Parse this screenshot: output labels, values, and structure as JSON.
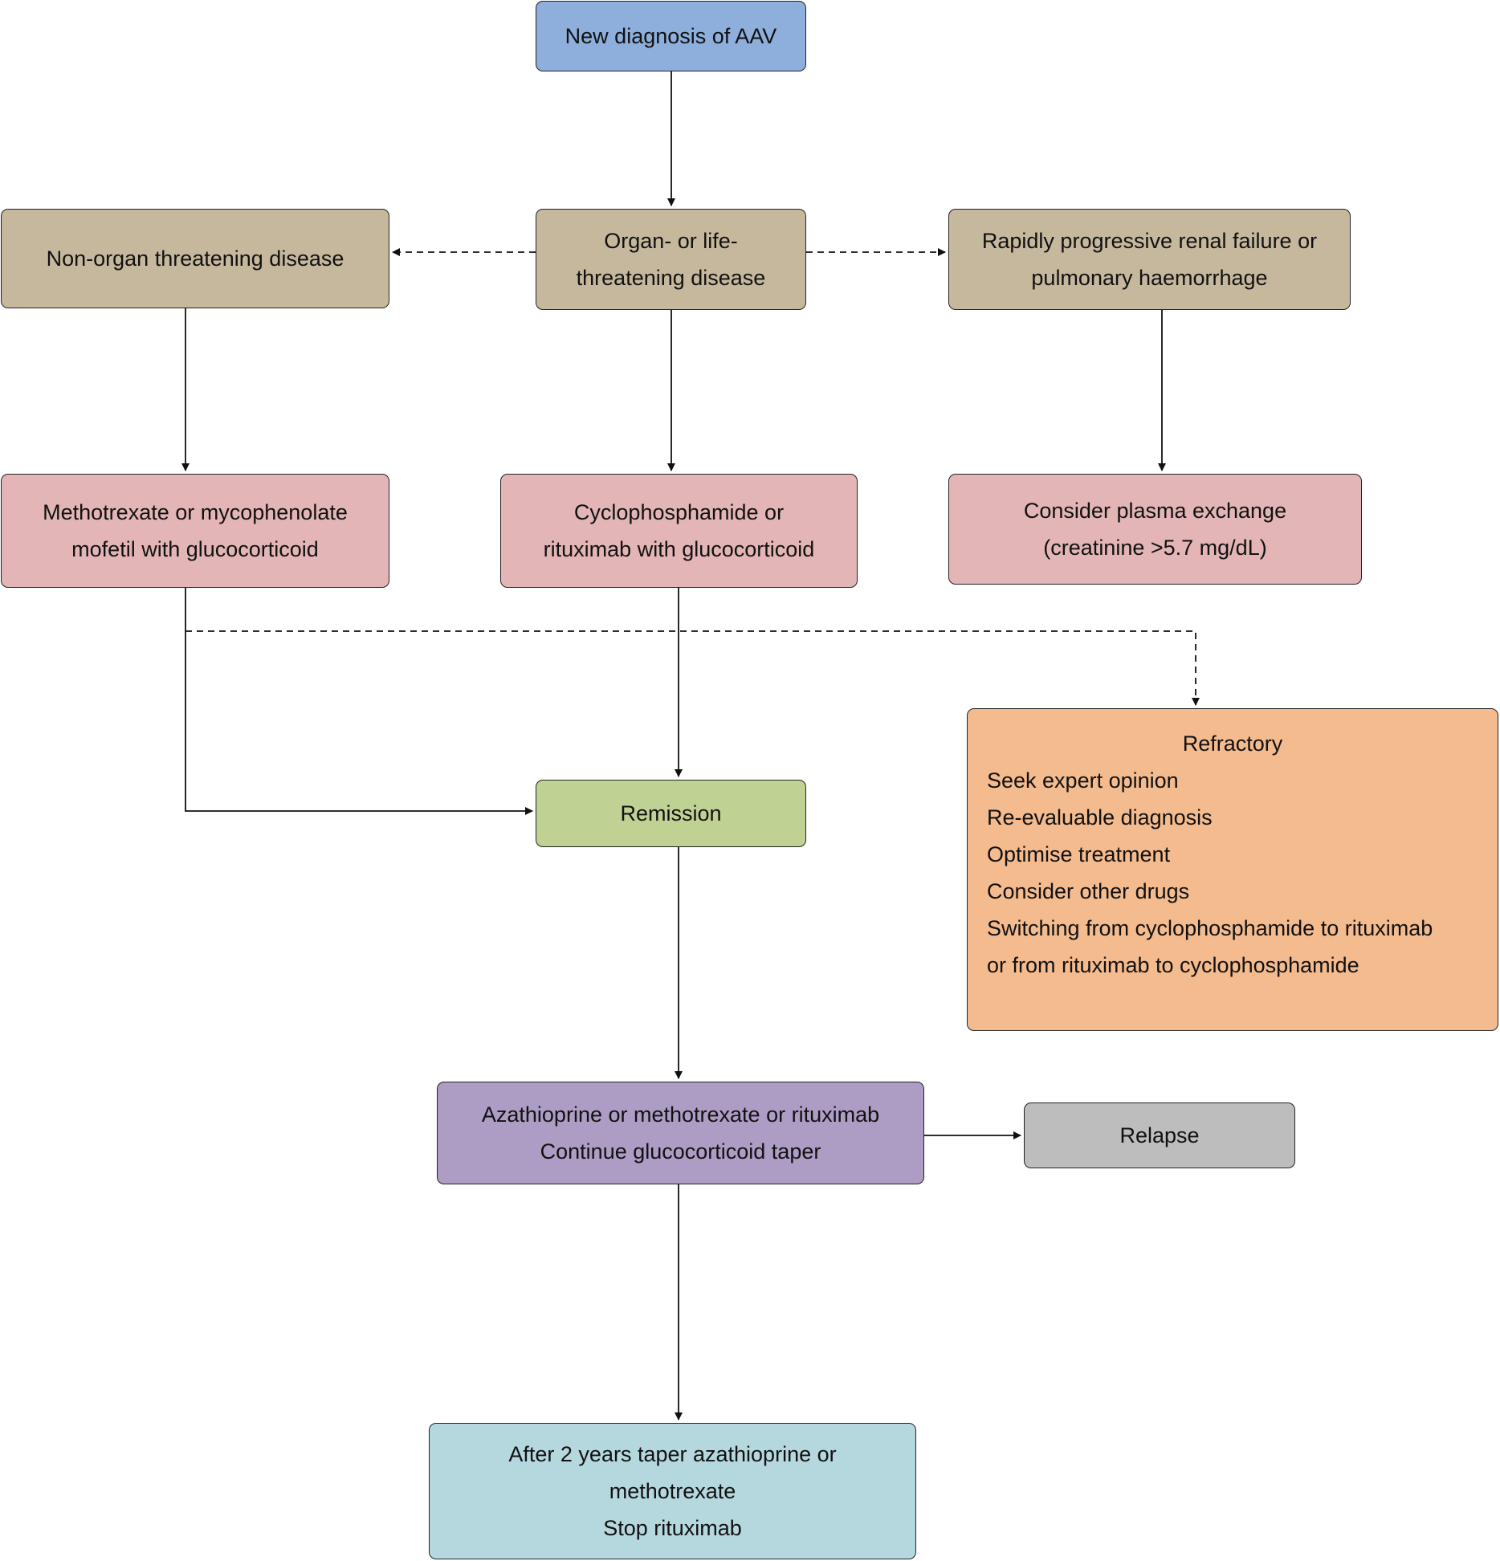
{
  "boxes": {
    "new_diagnosis": "New diagnosis of AAV",
    "organ_threatening": [
      "Organ- or life-",
      "threatening disease"
    ],
    "non_organ_threatening": "Non-organ threatening disease",
    "rapidly_progressive": [
      "Rapidly progressive renal failure or",
      "pulmonary haemorrhage"
    ],
    "methotrexate_mmf": [
      "Methotrexate or mycophenolate",
      "mofetil with glucocorticoid"
    ],
    "cyclophosphamide_rituximab": [
      "Cyclophosphamide or",
      "rituximab with glucocorticoid"
    ],
    "plasma_exchange": [
      "Consider plasma exchange",
      "(creatinine >5.7 mg/dL)"
    ],
    "remission": "Remission",
    "refractory": {
      "title": "Refractory",
      "items": [
        "Seek expert opinion",
        "Re-evaluable diagnosis",
        "Optimise treatment",
        "Consider other drugs",
        "Switching from cyclophosphamide to rituximab",
        "or from rituximab to cyclophosphamide"
      ]
    },
    "maintenance": [
      "Azathioprine or methotrexate or rituximab",
      "Continue glucocorticoid taper"
    ],
    "relapse": "Relapse",
    "after_two_years": [
      "After 2 years taper azathioprine or",
      "methotrexate",
      "Stop rituximab"
    ]
  },
  "colors": {
    "diagnosis": "#8eaedb",
    "severity": "#c6b89d",
    "induction": "#e3b5b6",
    "remission": "#c0d194",
    "refractory": "#f4bb8f",
    "maintenance": "#ad9dc4",
    "relapse": "#bdbdbd",
    "withdrawal": "#b5d8df"
  }
}
